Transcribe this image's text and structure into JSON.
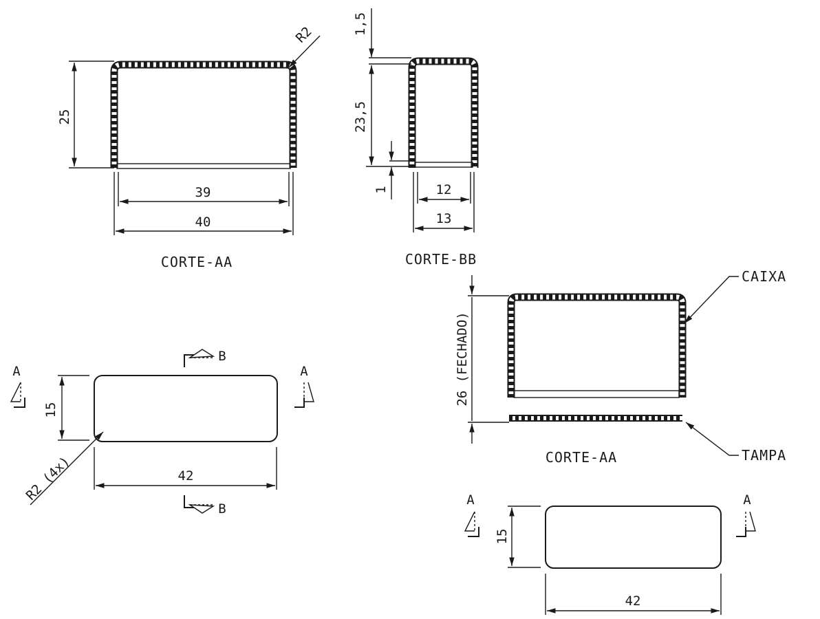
{
  "section_a_top": {
    "title": "CORTE-AA",
    "dim_height": "25",
    "dim_inner_width": "39",
    "dim_outer_width": "40",
    "radius": "R2"
  },
  "section_b": {
    "title": "CORTE-BB",
    "dim_top": "1,5",
    "dim_height": "23,5",
    "dim_lip": "1",
    "dim_inner_width": "12",
    "dim_outer_width": "13"
  },
  "plan_view_left": {
    "dim_height": "15",
    "dim_width": "42",
    "radius": "R2 (4x)",
    "cut_a_left": "A",
    "cut_a_right": "A",
    "cut_b_top": "B",
    "cut_b_bottom": "B"
  },
  "assembly_section": {
    "title": "CORTE-AA",
    "dim_closed_height": "26 (FECHADO)",
    "label_box": "CAIXA",
    "label_lid": "TAMPA"
  },
  "plan_view_right": {
    "dim_height": "15",
    "dim_width": "42",
    "cut_a_left": "A",
    "cut_a_right": "A"
  }
}
